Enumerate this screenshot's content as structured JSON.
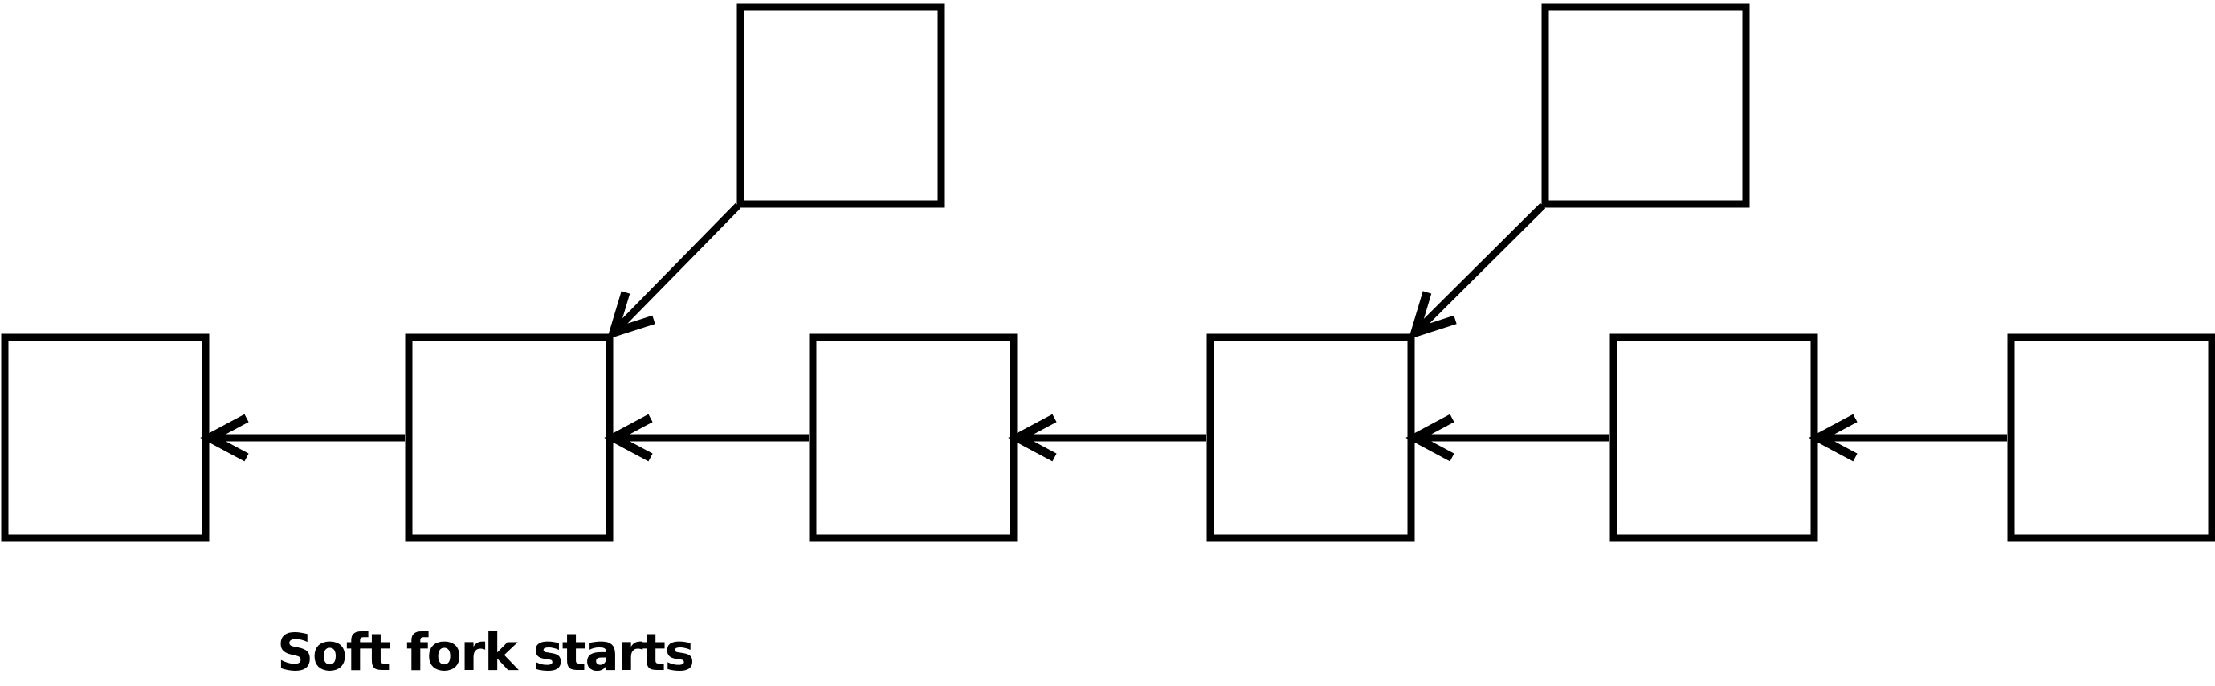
{
  "diagram": {
    "type": "blockchain-soft-fork",
    "label": "Soft fork starts",
    "colors": {
      "line": "#000000",
      "block_fill": "#ffffff",
      "background": "#ffffff"
    },
    "nodes": {
      "main_chain_blocks": [
        {
          "id": "chain-block-1",
          "text": ""
        },
        {
          "id": "chain-block-2",
          "text": ""
        },
        {
          "id": "chain-block-3",
          "text": ""
        },
        {
          "id": "chain-block-4",
          "text": ""
        },
        {
          "id": "chain-block-5",
          "text": ""
        },
        {
          "id": "chain-block-6",
          "text": ""
        }
      ],
      "fork_blocks": [
        {
          "id": "fork-block-1",
          "text": ""
        },
        {
          "id": "fork-block-2",
          "text": ""
        }
      ]
    },
    "edges": [
      {
        "from": "chain-block-2",
        "to": "chain-block-1",
        "style": "left-arrow"
      },
      {
        "from": "chain-block-3",
        "to": "chain-block-2",
        "style": "left-arrow"
      },
      {
        "from": "chain-block-4",
        "to": "chain-block-3",
        "style": "left-arrow"
      },
      {
        "from": "chain-block-5",
        "to": "chain-block-4",
        "style": "left-arrow"
      },
      {
        "from": "chain-block-6",
        "to": "chain-block-5",
        "style": "left-arrow"
      },
      {
        "from": "fork-block-1",
        "to": "chain-block-2",
        "style": "diagonal-arrow"
      },
      {
        "from": "fork-block-2",
        "to": "chain-block-4",
        "style": "diagonal-arrow"
      }
    ]
  }
}
